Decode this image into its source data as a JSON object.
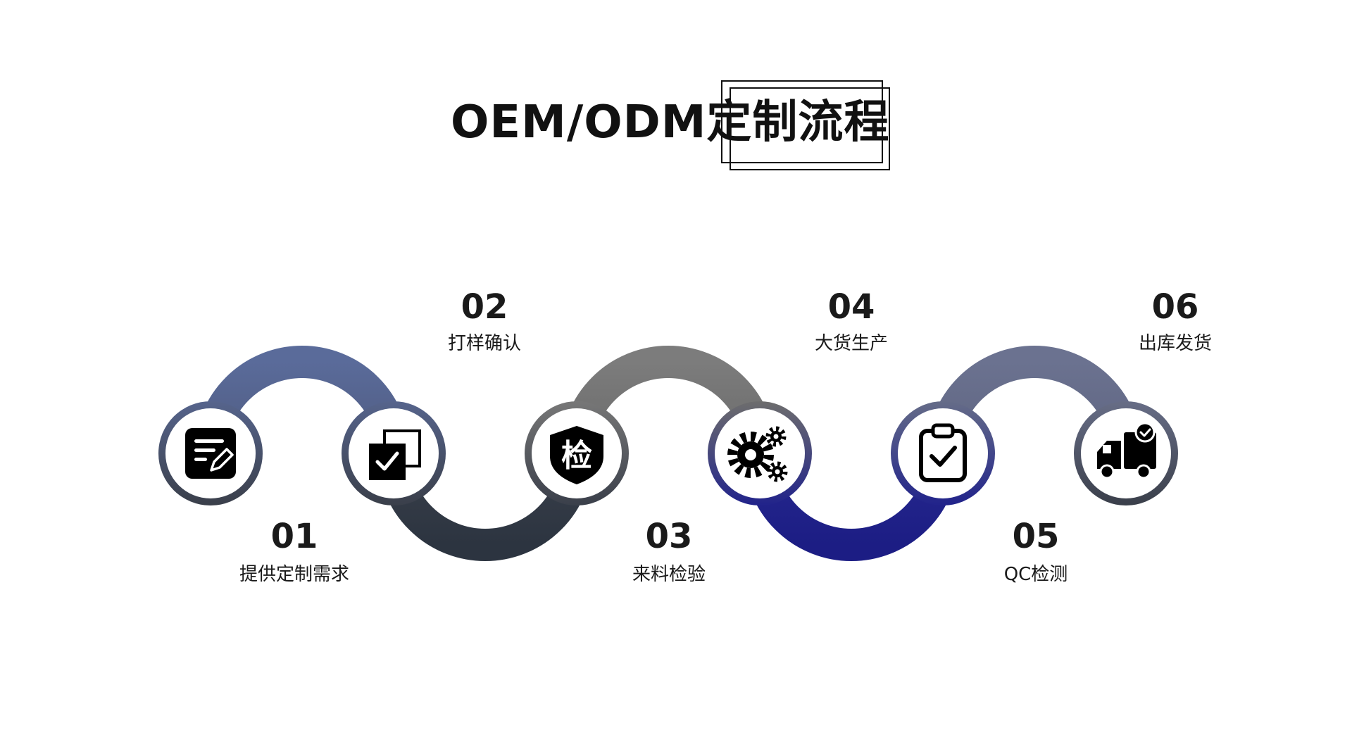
{
  "title": "OEM/ODM定制流程",
  "colors": {
    "arc_1": "#5a6b9a",
    "arc_2": "#2f3744",
    "arc_3": "#7a7a7a",
    "arc_4": "#1f2187",
    "arc_5": "#697089",
    "icon": "#000000",
    "circle_fill": "#ffffff"
  },
  "steps": [
    {
      "number": "01",
      "label": "提供定制需求",
      "icon": "edit-document-icon",
      "ring_color": "#4f5d80"
    },
    {
      "number": "02",
      "label": "打样确认",
      "icon": "checked-boxes-icon",
      "ring_color": "#4f5d80"
    },
    {
      "number": "03",
      "label": "来料检验",
      "icon": "shield-inspect-icon",
      "icon_char": "检",
      "ring_color": "#4a4f58"
    },
    {
      "number": "04",
      "label": "大货生产",
      "icon": "gears-icon",
      "ring_color": "#2a2e8e"
    },
    {
      "number": "05",
      "label": "QC检测",
      "icon": "clipboard-check-icon",
      "ring_color": "#2a2e8e"
    },
    {
      "number": "06",
      "label": "出库发货",
      "icon": "delivery-truck-icon",
      "ring_color": "#4d5468"
    }
  ]
}
